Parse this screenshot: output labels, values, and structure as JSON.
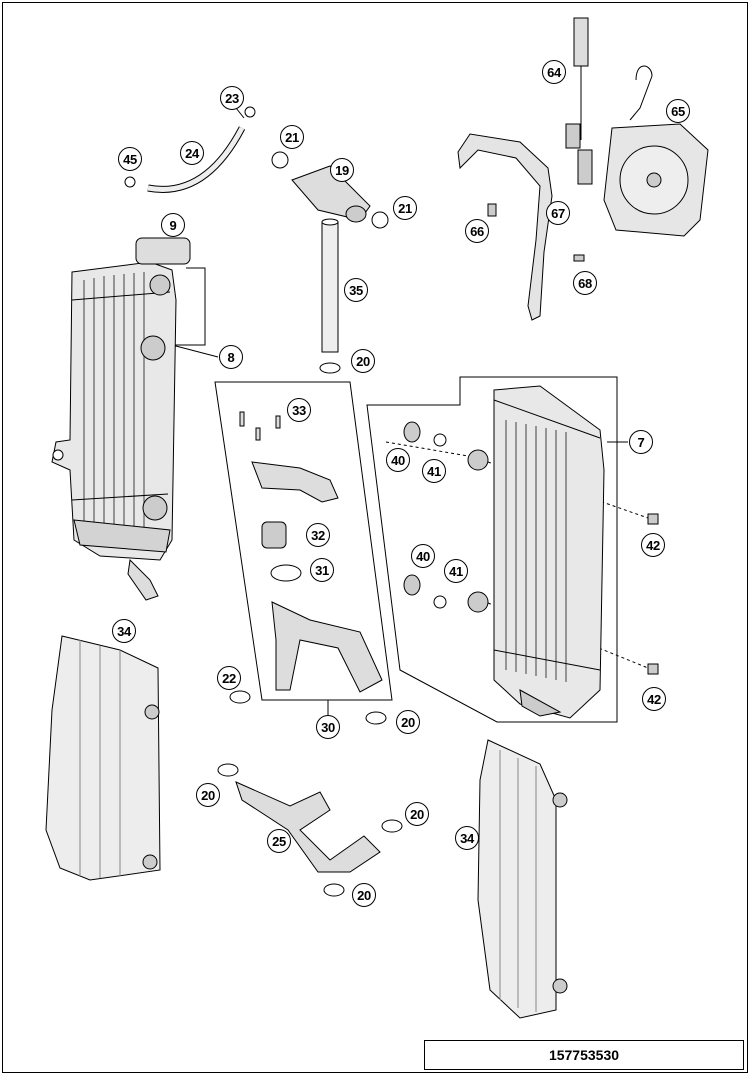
{
  "diagram": {
    "document_number": "157753530",
    "callouts": [
      "64",
      "65",
      "23",
      "45",
      "24",
      "21",
      "19",
      "21",
      "9",
      "67",
      "66",
      "68",
      "35",
      "8",
      "20",
      "33",
      "7",
      "40",
      "41",
      "42",
      "32",
      "31",
      "40",
      "41",
      "34",
      "22",
      "42",
      "30",
      "20",
      "20",
      "25",
      "20",
      "34",
      "20"
    ]
  },
  "colors": {
    "line": "#000000",
    "part_fill": "#e6e6e6",
    "part_shade": "#bdbdbd",
    "background": "#ffffff"
  }
}
